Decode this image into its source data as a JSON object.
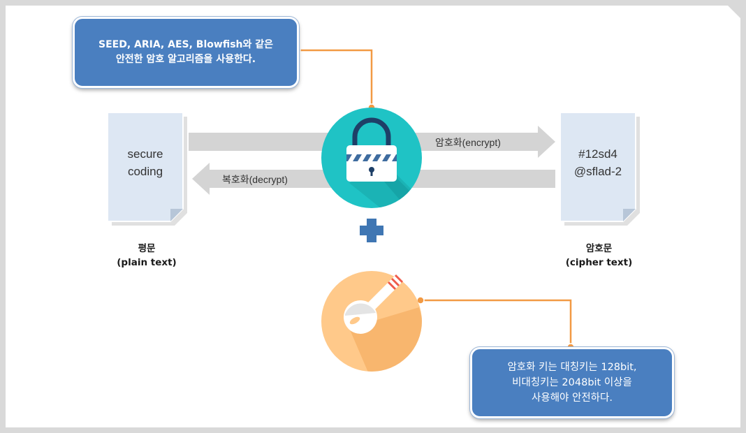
{
  "callout_top": {
    "line1": "SEED, ARIA, AES, Blowfish와 같은",
    "line2": "안전한 암호 알고리즘을 사용한다."
  },
  "plaintext_doc": {
    "line1": "secure",
    "line2": "coding",
    "caption1": "평문",
    "caption2": "(plain text)"
  },
  "ciphertext_doc": {
    "line1": "#12sd4",
    "line2": "@sflad-2",
    "caption1": "암호문",
    "caption2": "(cipher text)"
  },
  "arrows": {
    "encrypt_label": "암호화(encrypt)",
    "decrypt_label": "복호화(decrypt)"
  },
  "callout_bottom": {
    "line1": "암호화 키는 대칭키는 128bit,",
    "line2": "비대칭키는 2048bit 이상을",
    "line3": "사용해야 안전하다."
  },
  "colors": {
    "callout_fill": "#4a7fc0",
    "connector": "#f29a44",
    "lock_circle": "#1fc3c5",
    "key_circle": "#ffc98a",
    "plus": "#3f76b3",
    "document": "#dde7f3",
    "arrow": "#d4d4d4"
  },
  "icons": {
    "lock": "padlock-icon",
    "key": "key-icon",
    "plus": "plus-icon",
    "document": "document-icon"
  }
}
